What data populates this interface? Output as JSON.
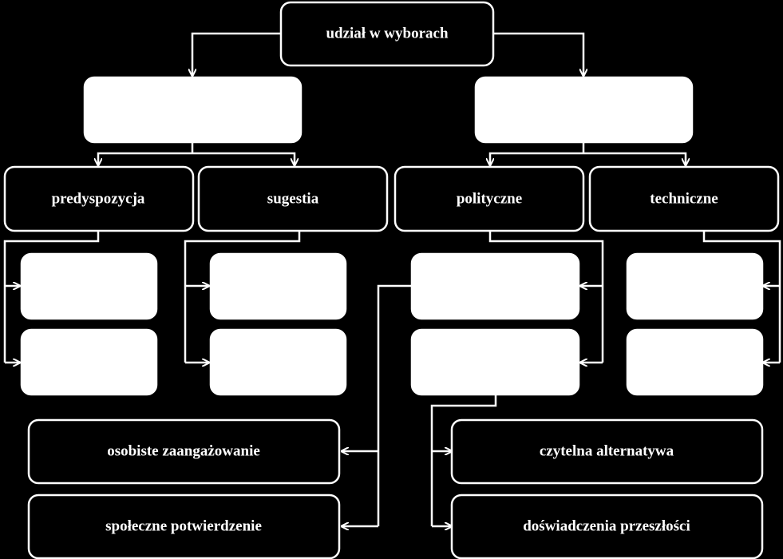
{
  "diagram": {
    "root": {
      "label": "udział w wyborach"
    },
    "left_branch": {
      "label": "",
      "predispozycja": {
        "label": "predyspozycja",
        "items": [
          "",
          ""
        ]
      },
      "sugestia": {
        "label": "sugestia",
        "items": [
          "",
          ""
        ]
      }
    },
    "right_branch": {
      "label": "",
      "polityczne": {
        "label": "polityczne",
        "items": [
          "",
          ""
        ]
      },
      "techniczne": {
        "label": "techniczne",
        "items": [
          "",
          ""
        ]
      }
    },
    "motives": [
      {
        "label": "osobiste zaangażowanie"
      },
      {
        "label": "społeczne potwierdzenie"
      },
      {
        "label": "czytelna alternatywa"
      },
      {
        "label": "doświadczenia przeszłości"
      }
    ]
  },
  "colors": {
    "background": "#000000",
    "line": "#ffffff",
    "blank_box_fill": "#ffffff"
  }
}
